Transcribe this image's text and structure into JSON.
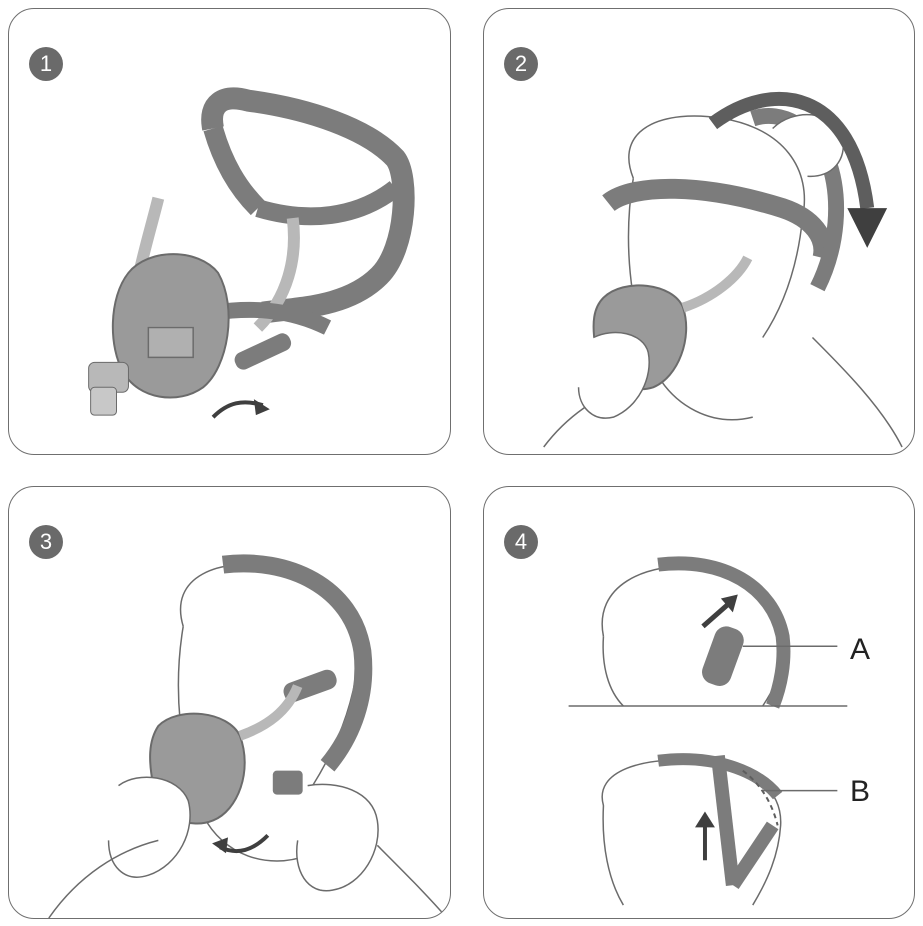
{
  "steps": [
    {
      "number": "1",
      "illustration": "mask-with-headgear"
    },
    {
      "number": "2",
      "illustration": "pull-headgear-over-head"
    },
    {
      "number": "3",
      "illustration": "attach-lower-clips"
    },
    {
      "number": "4",
      "illustration": "adjust-straps"
    }
  ],
  "callouts": {
    "a": "A",
    "b": "B"
  },
  "colors": {
    "strap": "#7c7c7c",
    "strap_dark": "#5e5e5e",
    "outline": "#6b6b6b",
    "mask": "#9a9a9a",
    "arrow": "#3f3f3f",
    "border": "#6f6f6f"
  }
}
